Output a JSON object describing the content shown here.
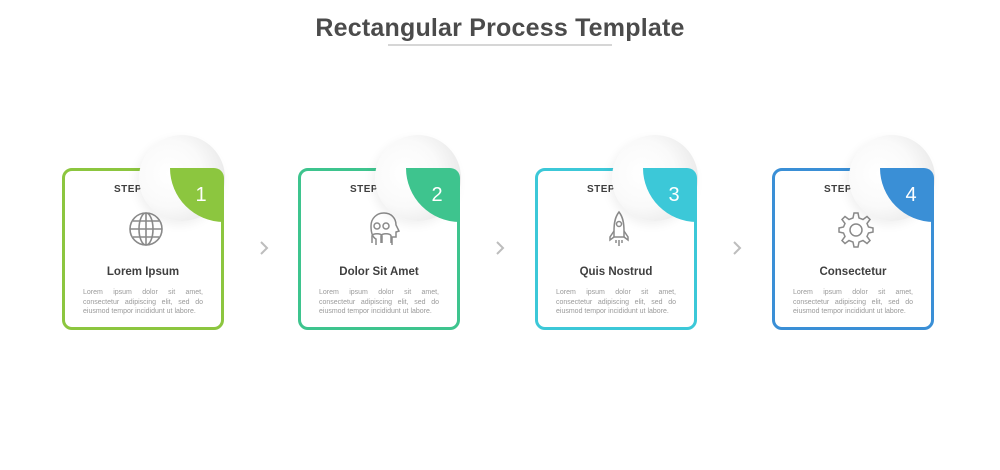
{
  "title": "Rectangular Process Template",
  "steps": [
    {
      "label": "STEP",
      "number": "1",
      "title": "Lorem Ipsum",
      "body": "Lorem ipsum dolor sit amet, consectetur adipiscing elit, sed do eiusmod tempor incididunt ut labore.",
      "icon": "globe-icon",
      "color": "#8cc63f"
    },
    {
      "label": "STEP",
      "number": "2",
      "title": "Dolor Sit Amet",
      "body": "Lorem ipsum dolor sit amet, consectetur adipiscing elit, sed do eiusmod tempor incididunt ut labore.",
      "icon": "people-head-icon",
      "color": "#3ec48e"
    },
    {
      "label": "STEP",
      "number": "3",
      "title": "Quis Nostrud",
      "body": "Lorem ipsum dolor sit amet, consectetur adipiscing elit, sed do eiusmod tempor incididunt ut labore.",
      "icon": "rocket-icon",
      "color": "#3cc8d8"
    },
    {
      "label": "STEP",
      "number": "4",
      "title": "Consectetur",
      "body": "Lorem ipsum dolor sit amet, consectetur adipiscing elit, sed do eiusmod tempor incididunt ut labore.",
      "icon": "gear-icon",
      "color": "#3a8fd6"
    }
  ],
  "arrow_icon": "chevron-right-icon",
  "arrow_color": "#bdbdbd",
  "icon_color": "#8a8a8a"
}
